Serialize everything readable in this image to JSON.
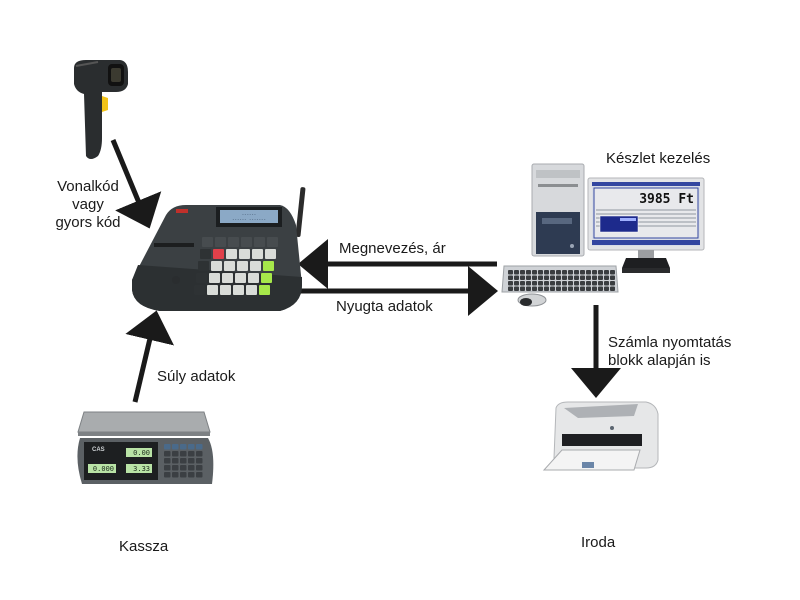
{
  "diagram": {
    "nodes": {
      "barcode_scanner": {
        "label": "Vonalkód vagy gyors kód",
        "lines": [
          "Vonalkód",
          "vagy",
          "gyors kód"
        ]
      },
      "cash_register": {
        "label": "Kassza",
        "display_text": [
          "------",
          "------ -------"
        ]
      },
      "scale": {
        "label": "Súly adatok",
        "displays": [
          "0.00",
          "0.000",
          "3.33"
        ],
        "brand": "CAS"
      },
      "computer": {
        "label": "Készlet kezelés",
        "screen_amount": "3985 Ft"
      },
      "printer": {
        "label": "Számla nyomtatás blokk alapján is",
        "lines": [
          "Számla nyomtatás",
          "blokk alapján is"
        ]
      }
    },
    "edges": [
      {
        "from": "barcode_scanner",
        "to": "cash_register",
        "label": ""
      },
      {
        "from": "computer",
        "to": "cash_register",
        "label": "Megnevezés, ár"
      },
      {
        "from": "cash_register",
        "to": "computer",
        "label": "Nyugta adatok"
      },
      {
        "from": "scale",
        "to": "cash_register",
        "label": "Súly adatok"
      },
      {
        "from": "computer",
        "to": "printer",
        "label": "Számla nyomtatás blokk alapján is"
      }
    ],
    "captions": {
      "left": "Kassza",
      "right": "Iroda"
    },
    "colors": {
      "arrow": "#1a1a1a",
      "text": "#1a1a1a",
      "device_dark": "#3a3f42",
      "screen_blue": "#1d2a8c",
      "lcd_green": "#b9e3a6",
      "key_green": "#a6e84a",
      "key_red": "#e0404a"
    }
  }
}
